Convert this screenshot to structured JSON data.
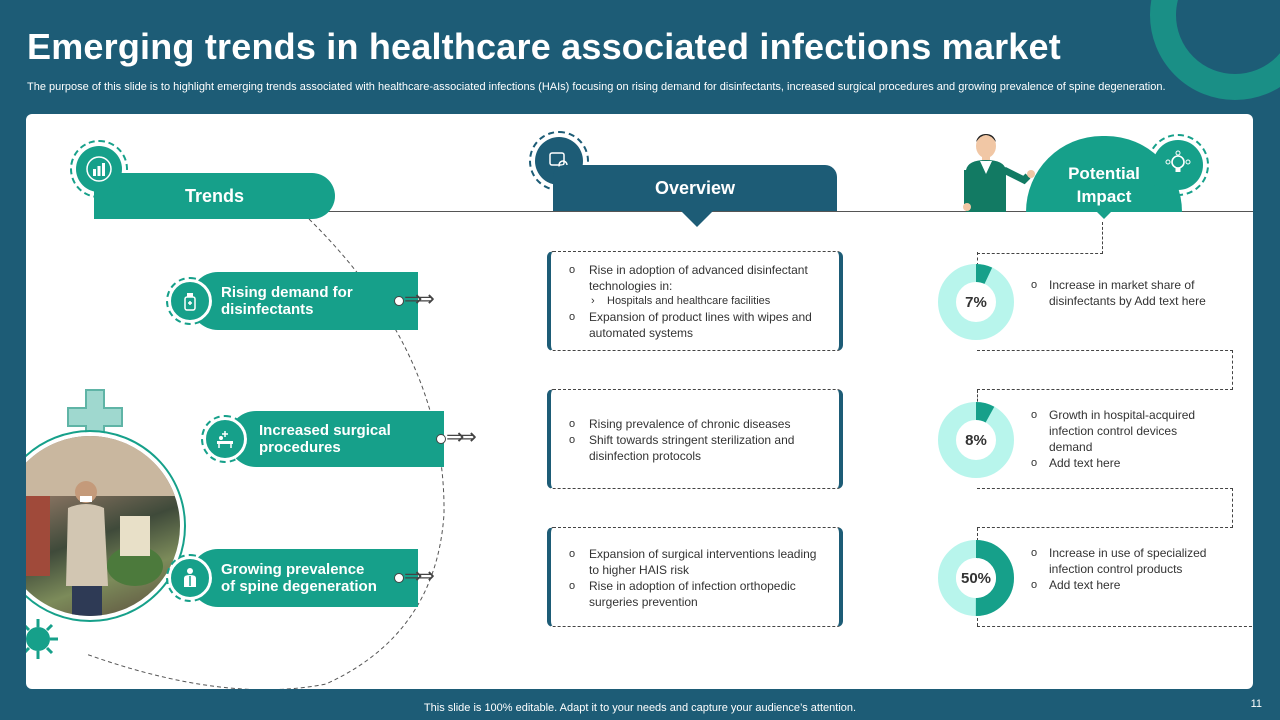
{
  "title": "Emerging trends in healthcare associated infections market",
  "subtitle": "The purpose of this slide is to highlight emerging trends associated with healthcare-associated infections (HAIs) focusing on rising demand for disinfectants, increased surgical procedures and growing prevalence of spine degeneration.",
  "headers": {
    "trends": "Trends",
    "overview": "Overview",
    "impact_line1": "Potential",
    "impact_line2": "Impact"
  },
  "trends": [
    {
      "label_line1": "Rising demand for",
      "label_line2": "disinfectants"
    },
    {
      "label_line1": "Increased surgical",
      "label_line2": "procedures"
    },
    {
      "label_line1": "Growing prevalence",
      "label_line2": "of spine degeneration"
    }
  ],
  "overview": [
    {
      "b1": "Rise in adoption of advanced disinfectant technologies in:",
      "sub": "Hospitals and healthcare facilities",
      "b2": "Expansion of product lines with wipes and automated systems"
    },
    {
      "b1": "Rising prevalence of chronic diseases",
      "b2": "Shift towards stringent sterilization and disinfection protocols"
    },
    {
      "b1": "Expansion of surgical interventions leading to higher HAIS risk",
      "b2": "Rise in adoption of infection orthopedic surgeries prevention"
    }
  ],
  "impact": [
    {
      "percent_label": "7%",
      "value": 7,
      "b1": "Increase in market share of disinfectants by Add text here"
    },
    {
      "percent_label": "8%",
      "value": 8,
      "b1": "Growth in hospital-acquired infection control devices demand",
      "b2": "Add text here"
    },
    {
      "percent_label": "50%",
      "value": 50,
      "b1": "Increase in use of specialized infection control products",
      "b2": "Add text here"
    }
  ],
  "colors": {
    "accent": "#16a08a",
    "navy": "#1d5c76",
    "light": "#b8f5ec"
  },
  "footer": "This slide is 100% editable. Adapt it to your needs and capture your audience’s attention.",
  "page_number": "11"
}
